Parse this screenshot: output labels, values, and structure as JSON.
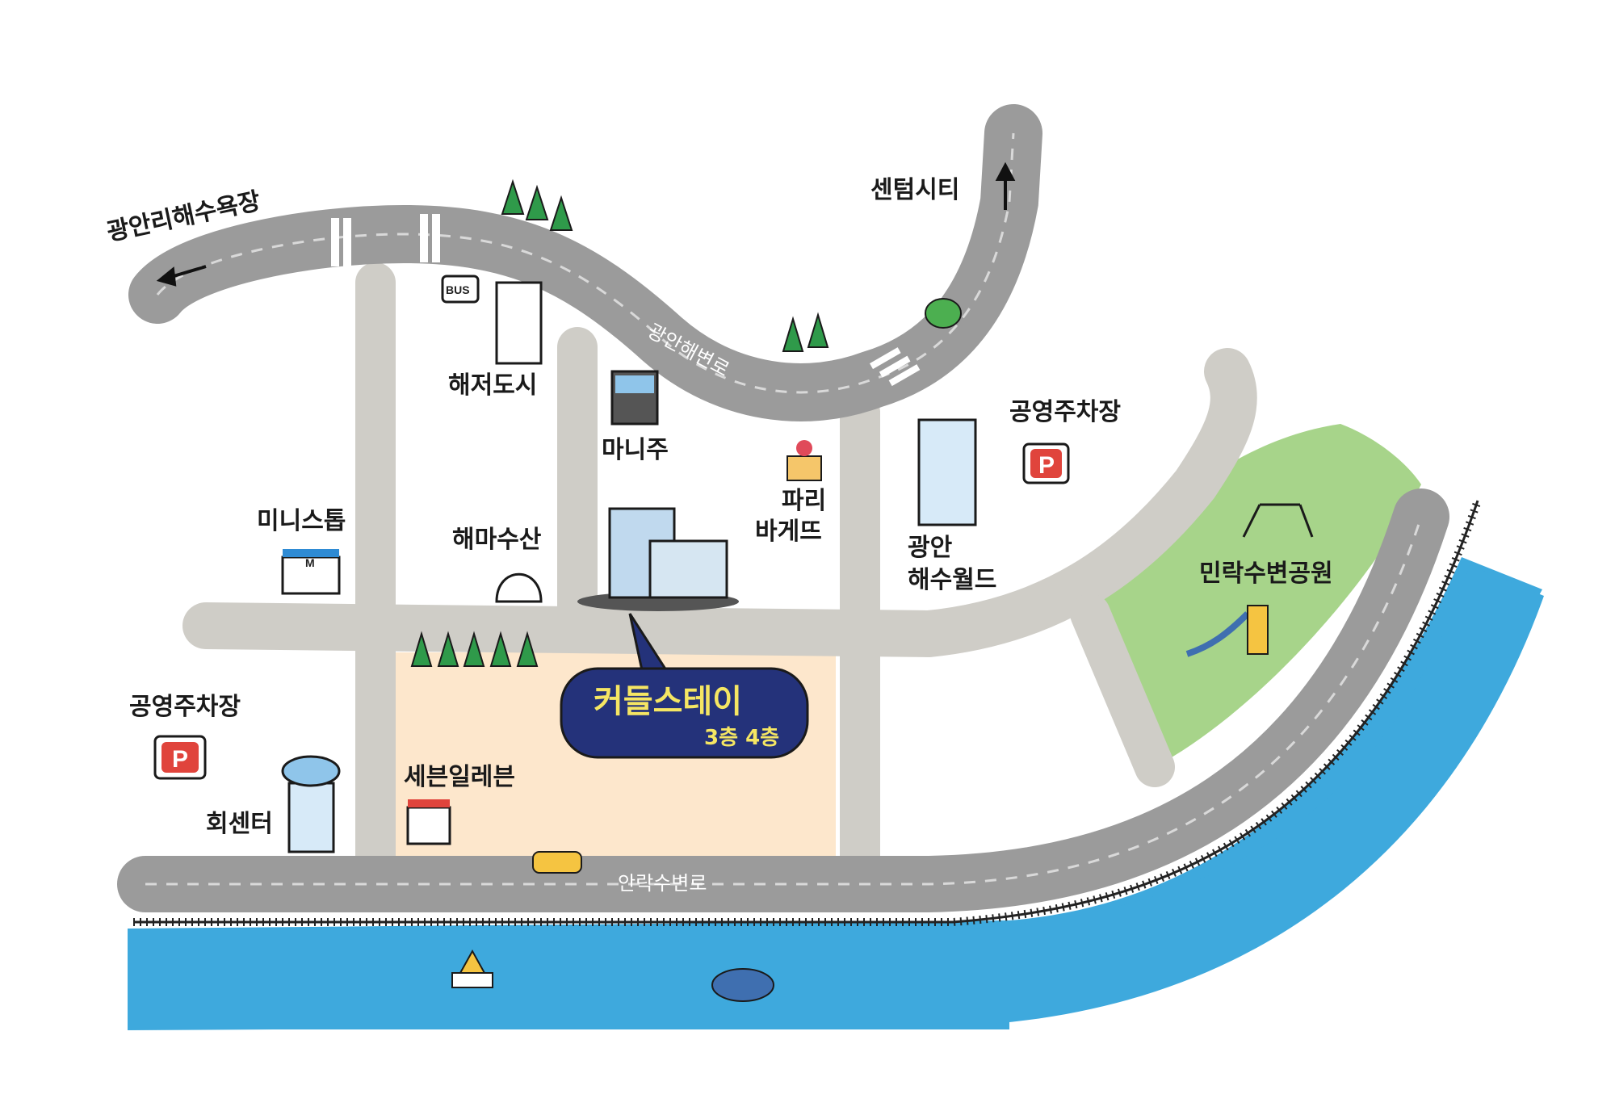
{
  "map": {
    "destination": {
      "name": "커들스테이",
      "floors": "3층 4층"
    },
    "roads": {
      "top": "광안해변로",
      "bottom": "안락수변로"
    },
    "directions": {
      "left": "광안리해수욕장",
      "right": "센텀시티"
    },
    "places": {
      "haejeodosi": "해저도시",
      "manizu": "마니주",
      "paris_line1": "파리",
      "paris_line2": "바게뜨",
      "gwangan_line1": "광안",
      "gwangan_line2": "해수월드",
      "parking_right": "공영주차장",
      "parking_left": "공영주차장",
      "ministop": "미니스톱",
      "haema": "해마수산",
      "seven": "세븐일레븐",
      "fishcenter": "회센터",
      "park": "민락수변공원"
    },
    "icons": {
      "bus_sign": "BUS",
      "parking_sign": "P",
      "ministop_sign": "M"
    },
    "colors": {
      "road": "#9b9b9b",
      "side_road": "#cfcdc7",
      "water": "#3ea9dd",
      "park": "#a7d48a",
      "lot": "#fde7cc",
      "bubble": "#24327a",
      "bubble_text": "#f5e663"
    }
  }
}
